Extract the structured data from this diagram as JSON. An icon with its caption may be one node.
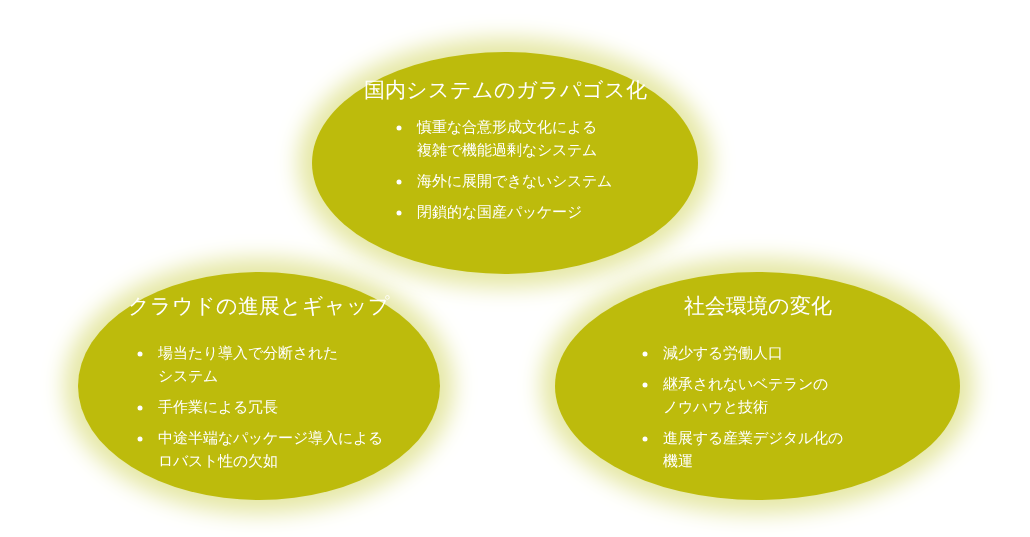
{
  "diagram": {
    "nodes": [
      {
        "text": [
          "国内システムのガラパゴス化",
          "慎重な合意形成文化による複雑で機能過剰なシステム",
          "海外に展開できないシステム",
          "閉鎖的な国産パッケージ"
        ]
      },
      {
        "text": [
          "クラウドの進展とギャップ",
          "場当たり導入で分断されたシステム",
          "手作業による冗長",
          "中途半端なパッケージ導入によるロバスト性の欠如"
        ]
      },
      {
        "text": [
          "社会環境の変化",
          "減少する労働人口",
          "継承されないベテランのノウハウと技術",
          "進展する産業デジタル化の機運"
        ]
      }
    ]
  }
}
